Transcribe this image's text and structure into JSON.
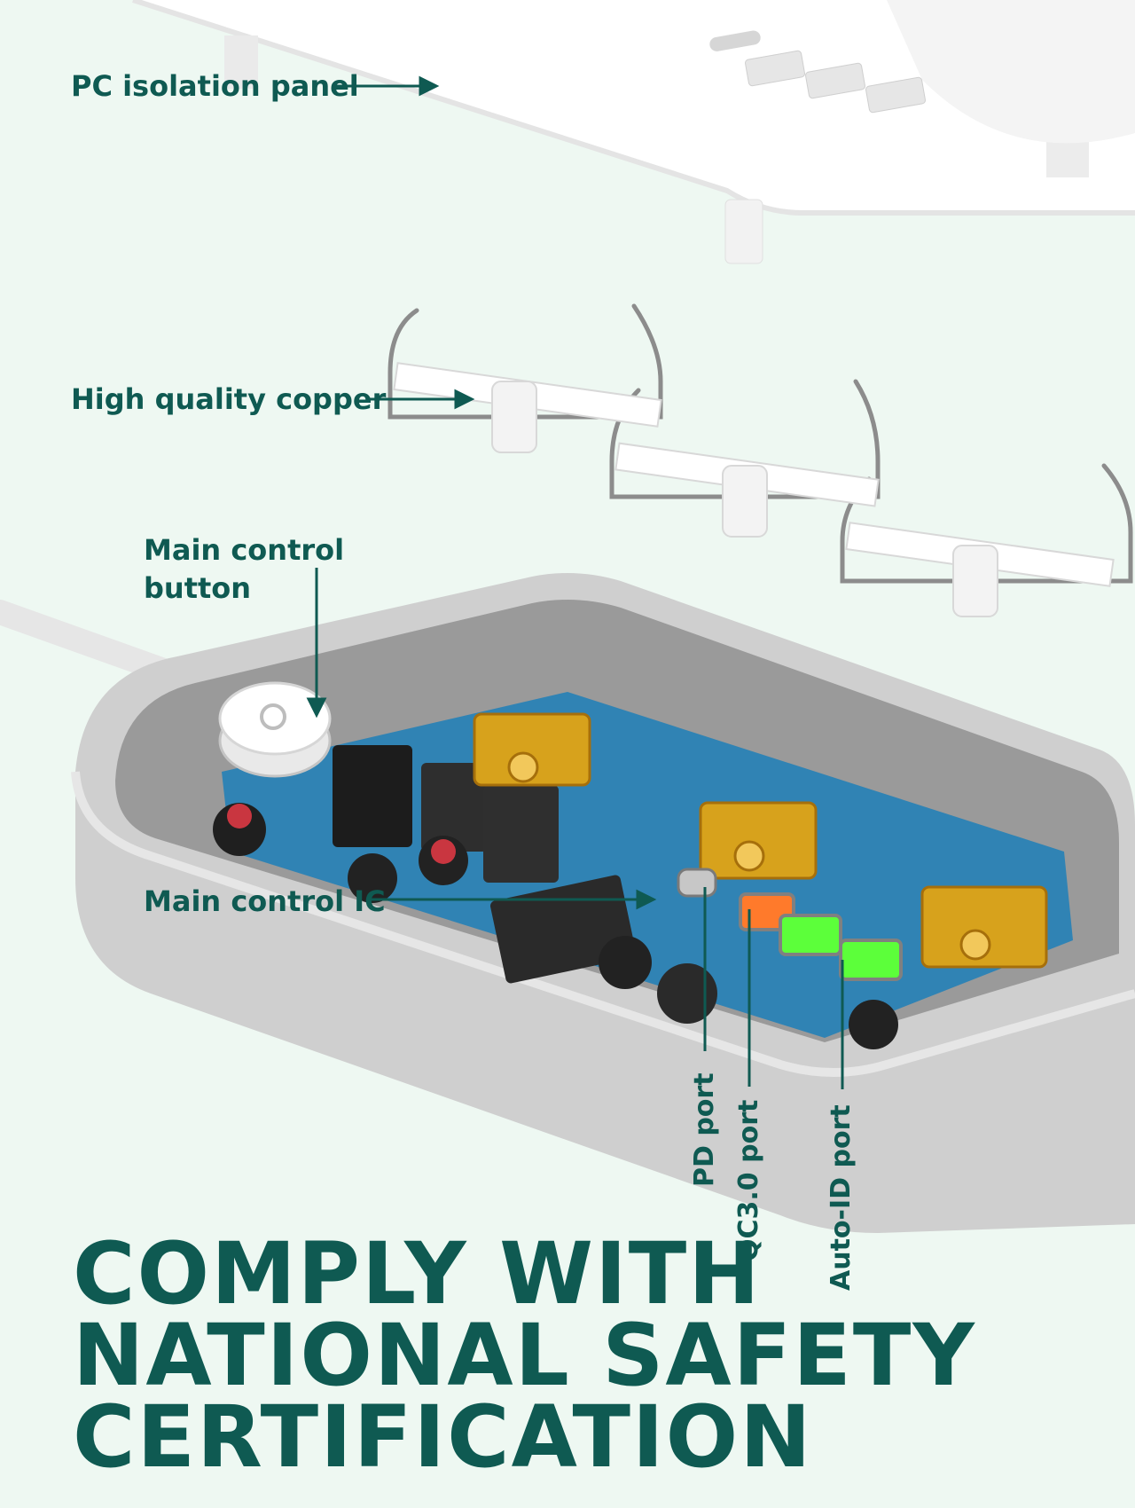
{
  "labels": {
    "pc_isolation_panel": "PC isolation panel",
    "high_quality_copper": "High quality copper",
    "main_control_button_line1": "Main control",
    "main_control_button_line2": "button",
    "main_control_ic": "Main control IC",
    "pd_port": "PD port",
    "qc_port": "QC3.0 port",
    "auto_id_port": "Auto-ID port"
  },
  "headline": {
    "line1": "COMPLY WITH",
    "line2": "NATIONAL SAFETY",
    "line3": "CERTIFICATION"
  },
  "colors": {
    "background": "#eef8f2",
    "accent": "#0f5a52",
    "housing": "#c9c9c9",
    "panel": "#ffffff",
    "copper": "#d7a21c",
    "pcb": "#1d7fb8",
    "qc_port": "#ff7a2b",
    "auto_id_port": "#5cff3a"
  }
}
